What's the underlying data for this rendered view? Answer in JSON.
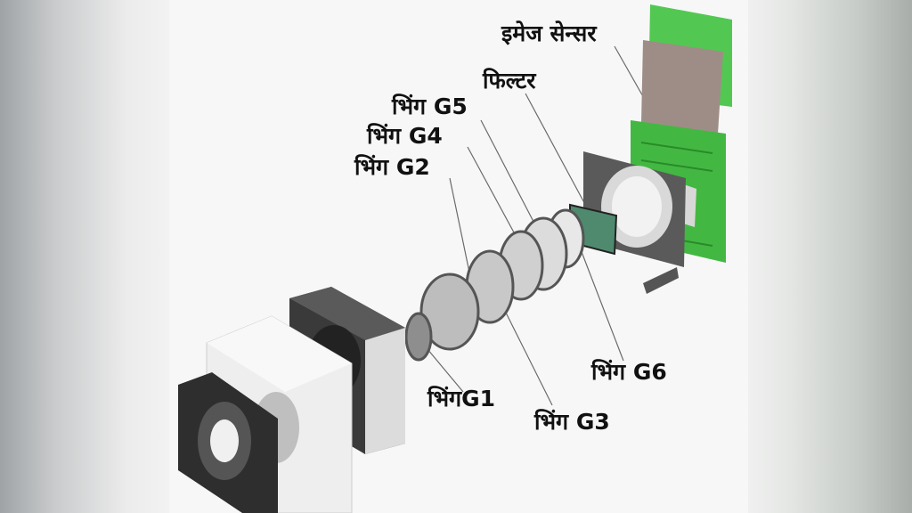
{
  "labels": {
    "sensor": "इमेज सेन्सर",
    "filter": "फिल्टर",
    "g5": "भिंग G5",
    "g4": "भिंग G4",
    "g2": "भिंग G2",
    "g6": "भिंग G6",
    "g1": "भिंगG1",
    "g3": "भिंग G3"
  },
  "colors": {
    "sensor_board": "#3fbf3f",
    "lens_metal": "#8e8e8e",
    "housing_white": "#eeeeee",
    "dark_module": "#3a3a3a"
  }
}
